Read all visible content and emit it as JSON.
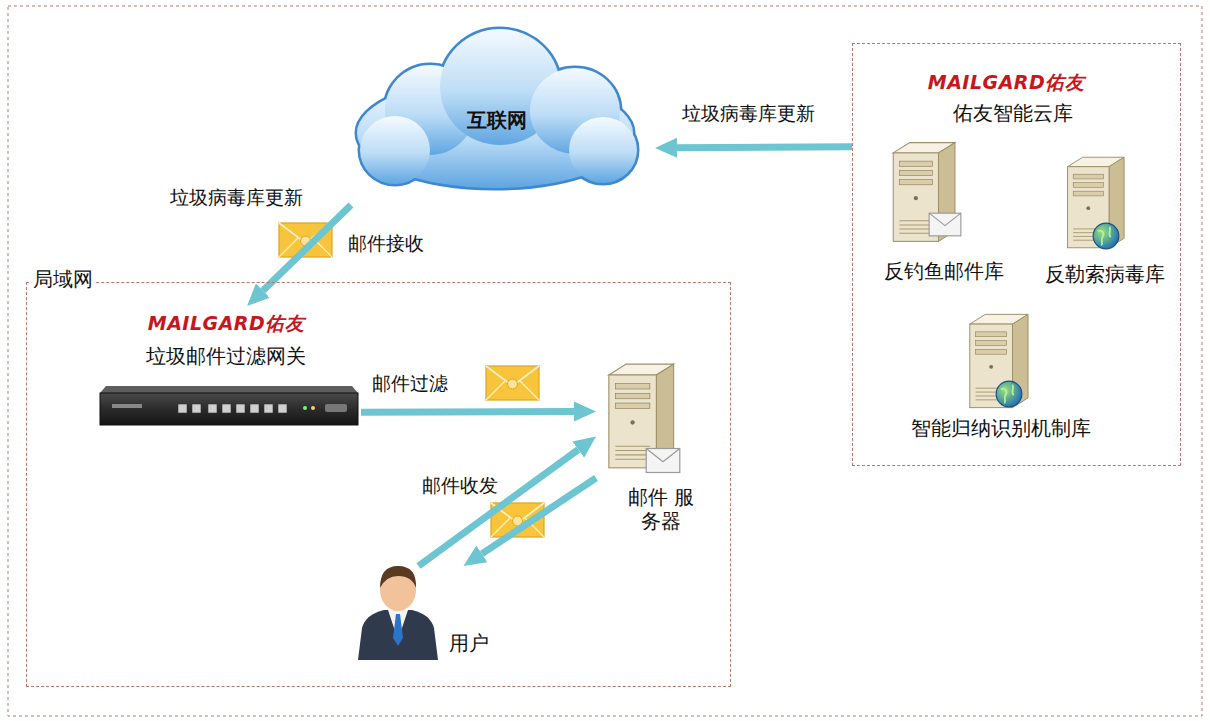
{
  "diagram": {
    "nodes": [
      {
        "text": [
          "互联网"
        ]
      },
      {
        "text": [
          "MAILGARD佑友",
          "佑友智能云库"
        ]
      },
      {
        "text": [
          "反钓鱼邮件库"
        ],
        "in": 1
      },
      {
        "text": [
          "反勒索病毒库"
        ],
        "in": 1
      },
      {
        "text": [
          "智能归纳识别机制库"
        ],
        "in": 1
      },
      {
        "text": [
          "局域网"
        ]
      },
      {
        "text": [
          "MAILGARD佑友",
          "垃圾邮件过滤网关"
        ],
        "in": 5
      },
      {
        "text": [
          "邮件 服务器"
        ],
        "in": 5
      },
      {
        "text": [
          "用户"
        ],
        "in": 5
      }
    ],
    "edges": [
      {
        "from": 1,
        "to": 0,
        "label": "垃圾病毒库更新",
        "arrow": "to"
      },
      {
        "from": 0,
        "to": 6,
        "label": "垃圾病毒库更新",
        "arrow": "to"
      },
      {
        "from": 6,
        "to": 7,
        "label": "邮件过滤",
        "arrow": "to"
      },
      {
        "from": 8,
        "to": 7,
        "label": "邮件收发",
        "arrow": "to"
      },
      {
        "from": 7,
        "to": 8,
        "arrow": "to"
      }
    ],
    "labels": [
      "邮件接收"
    ]
  }
}
